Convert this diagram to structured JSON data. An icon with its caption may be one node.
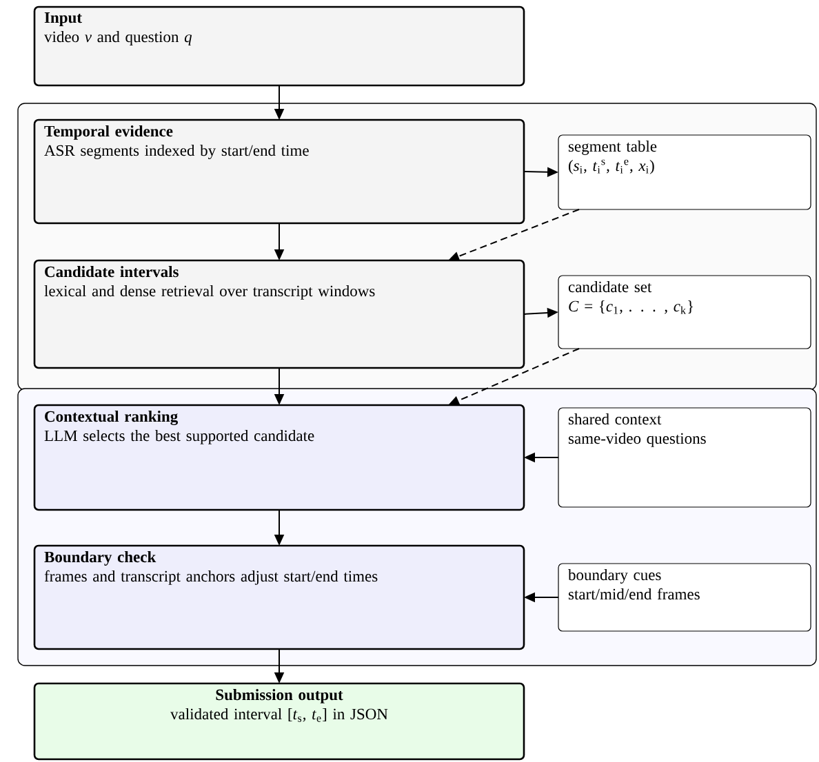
{
  "diagram": {
    "nodes": [
      {
        "text": [
          "Input",
          "video *v* and question *q*"
        ]
      },
      {
        "text": [],
        "shape": "box"
      },
      {
        "text": [
          "Temporal evidence",
          "ASR segments indexed by start/end time"
        ],
        "in": 1
      },
      {
        "text": [
          "segment table",
          "(*s*$_{i}$, *t*$_{i}$$^{s}$, *t*$_{i}$$^{e}$, *x*$_{i}$)"
        ],
        "in": 1
      },
      {
        "text": [
          "Candidate intervals",
          "lexical and dense retrieval over transcript windows"
        ],
        "in": 1
      },
      {
        "text": [
          "candidate set",
          "*C* = {*c*$_{1}$, . . . , *c*$_{k}$}"
        ],
        "in": 1
      },
      {
        "text": [],
        "shape": "box"
      },
      {
        "text": [
          "Contextual ranking",
          "LLM selects the best supported candidate"
        ],
        "in": 6
      },
      {
        "text": [
          "shared context",
          "same-video questions"
        ],
        "in": 6
      },
      {
        "text": [
          "Boundary check",
          "frames and transcript anchors adjust start/end times"
        ],
        "in": 6
      },
      {
        "text": [
          "boundary cues",
          "start/mid/end frames"
        ],
        "in": 6
      },
      {
        "text": [
          "Submission output",
          "validated interval [*t*$_{s}$, *t*$_{e}$] in JSON"
        ]
      }
    ],
    "edges": [
      {
        "from": 0,
        "to": 2,
        "arrow": "to"
      },
      {
        "from": 2,
        "to": 3,
        "arrow": "to"
      },
      {
        "from": 3,
        "to": 4,
        "arrow": "to",
        "style": "dashed"
      },
      {
        "from": 2,
        "to": 4,
        "arrow": "to"
      },
      {
        "from": 4,
        "to": 5,
        "arrow": "to"
      },
      {
        "from": 5,
        "to": 7,
        "arrow": "to",
        "style": "dashed"
      },
      {
        "from": 4,
        "to": 7,
        "arrow": "to"
      },
      {
        "from": 8,
        "to": 7,
        "arrow": "to"
      },
      {
        "from": 7,
        "to": 9,
        "arrow": "to"
      },
      {
        "from": 10,
        "to": 9,
        "arrow": "to"
      },
      {
        "from": 9,
        "to": 11,
        "arrow": "to"
      }
    ]
  }
}
